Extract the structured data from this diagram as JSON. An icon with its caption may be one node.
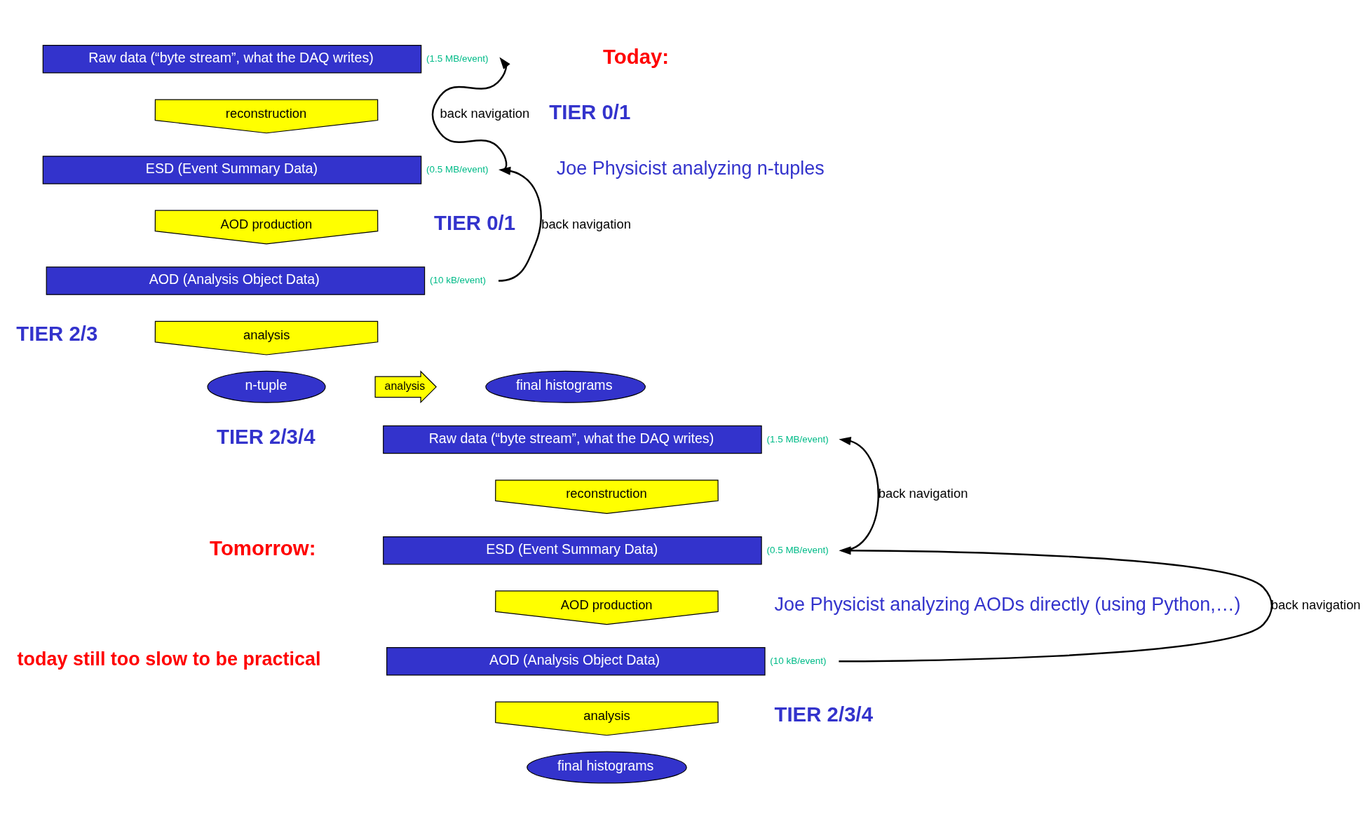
{
  "diagram": {
    "nodes": [
      {
        "text": [
          "Raw data (“byte stream”, what the DAQ writes)"
        ],
        "beside": [
          "(1.5 MB/event)"
        ]
      },
      {
        "text": [
          "reconstruction"
        ]
      },
      {
        "text": [
          "ESD (Event Summary Data)"
        ],
        "beside": [
          "(0.5 MB/event)"
        ]
      },
      {
        "text": [
          "AOD production"
        ]
      },
      {
        "text": [
          "AOD (Analysis Object Data)"
        ],
        "beside": [
          "(10 kB/event)"
        ]
      },
      {
        "text": [
          "analysis"
        ]
      },
      {
        "text": [
          "n-tuple"
        ]
      },
      {
        "text": [
          "analysis"
        ]
      },
      {
        "text": [
          "final histograms"
        ]
      },
      {
        "text": [
          "Raw data (“byte stream”, what the DAQ writes)"
        ],
        "beside": [
          "(1.5 MB/event)"
        ]
      },
      {
        "text": [
          "reconstruction"
        ]
      },
      {
        "text": [
          "ESD (Event Summary Data)"
        ],
        "beside": [
          "(0.5 MB/event)"
        ]
      },
      {
        "text": [
          "AOD production"
        ]
      },
      {
        "text": [
          "AOD (Analysis Object Data)"
        ],
        "beside": [
          "(10 kB/event)"
        ]
      },
      {
        "text": [
          "analysis"
        ]
      },
      {
        "text": [
          "final histograms"
        ]
      }
    ],
    "edges": [
      {
        "from": 2,
        "to": 0,
        "arrow": "to",
        "label": "back navigation"
      },
      {
        "from": 4,
        "to": 2,
        "arrow": "to",
        "label": "back navigation"
      },
      {
        "from": 11,
        "to": 9,
        "arrow": "to",
        "label": "back navigation"
      },
      {
        "from": 13,
        "to": 11,
        "arrow": "to",
        "label": "back navigation"
      }
    ],
    "labels": [
      "TIER 0/1",
      "Today:",
      "Joe Physicist analyzing n-tuples",
      "TIER 0/1",
      "TIER 2/3",
      "TIER 2/3/4",
      "Tomorrow:",
      "Joe Physicist analyzing AODs directly (using Python,…)",
      "today still too slow to be practical",
      "TIER 2/3/4"
    ]
  }
}
